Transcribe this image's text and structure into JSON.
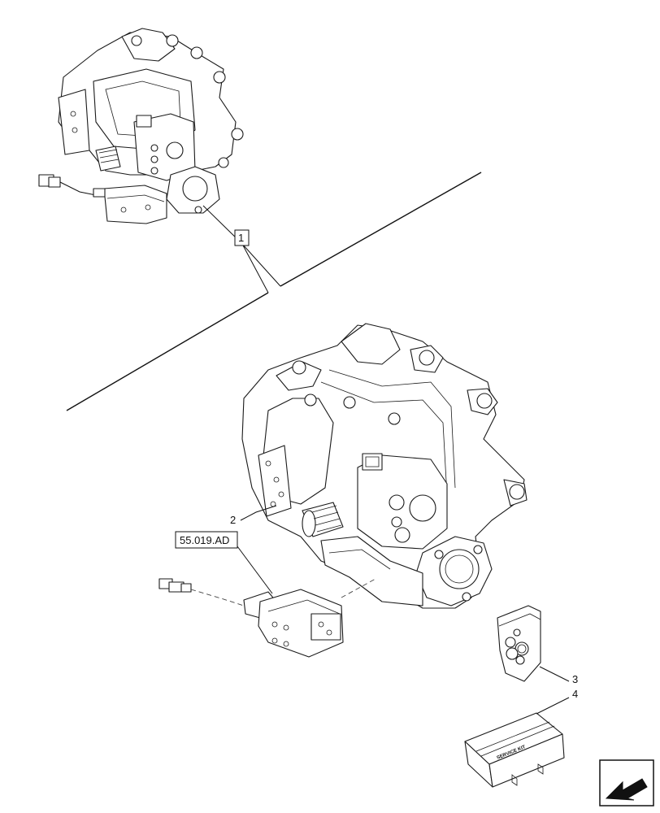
{
  "callouts": {
    "item_1": "1",
    "item_2": "2",
    "item_3": "3",
    "item_4": "4",
    "reference": "55.019.AD"
  },
  "kit_label": "SERVICE KIT",
  "icons": {
    "nav": "return-arrow-icon"
  }
}
